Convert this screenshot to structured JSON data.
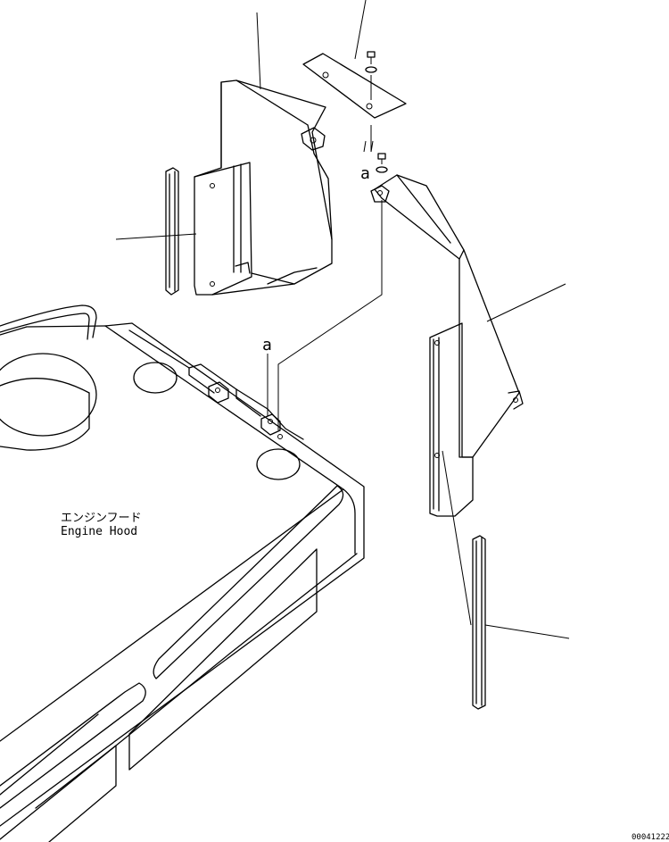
{
  "labels": {
    "hood_ja": "エンジンフード",
    "hood_en": "Engine Hood",
    "ref_a_upper": "a",
    "ref_a_lower": "a",
    "figure_number": "00041222"
  }
}
